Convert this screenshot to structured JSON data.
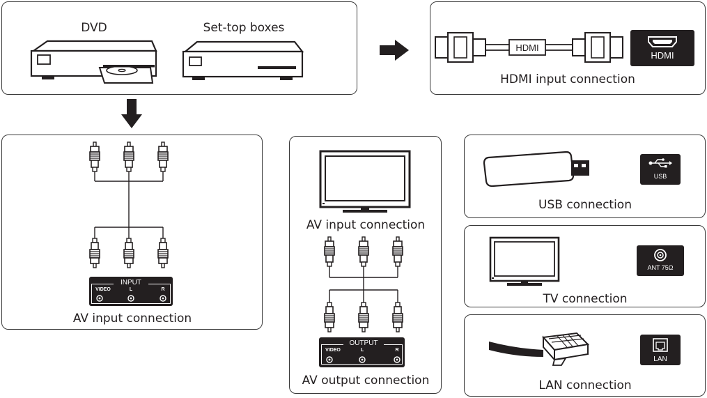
{
  "devices": {
    "dvd_label": "DVD",
    "settop_label": "Set-top boxes"
  },
  "hdmi": {
    "cable_text": "HDMI",
    "port_text": "HDMI",
    "caption": "HDMI input connection"
  },
  "av_input_left": {
    "panel_title": "INPUT",
    "port_labels": [
      "VIDEO",
      "L",
      "R"
    ],
    "caption": "AV input connection"
  },
  "av_middle": {
    "tv_caption": "AV input connection",
    "panel_title": "OUTPUT",
    "port_labels": [
      "VIDEO",
      "L",
      "R"
    ],
    "caption": "AV output connection"
  },
  "usb": {
    "port_text": "USB",
    "caption": "USB connection"
  },
  "tv": {
    "port_text": "ANT 75Ω",
    "caption": "TV connection"
  },
  "lan": {
    "port_text": "LAN",
    "caption": "LAN connection"
  },
  "icons": [
    "arrow-right-icon",
    "arrow-down-icon",
    "hdmi-icon",
    "usb-icon",
    "coax-icon",
    "lan-port-icon"
  ]
}
